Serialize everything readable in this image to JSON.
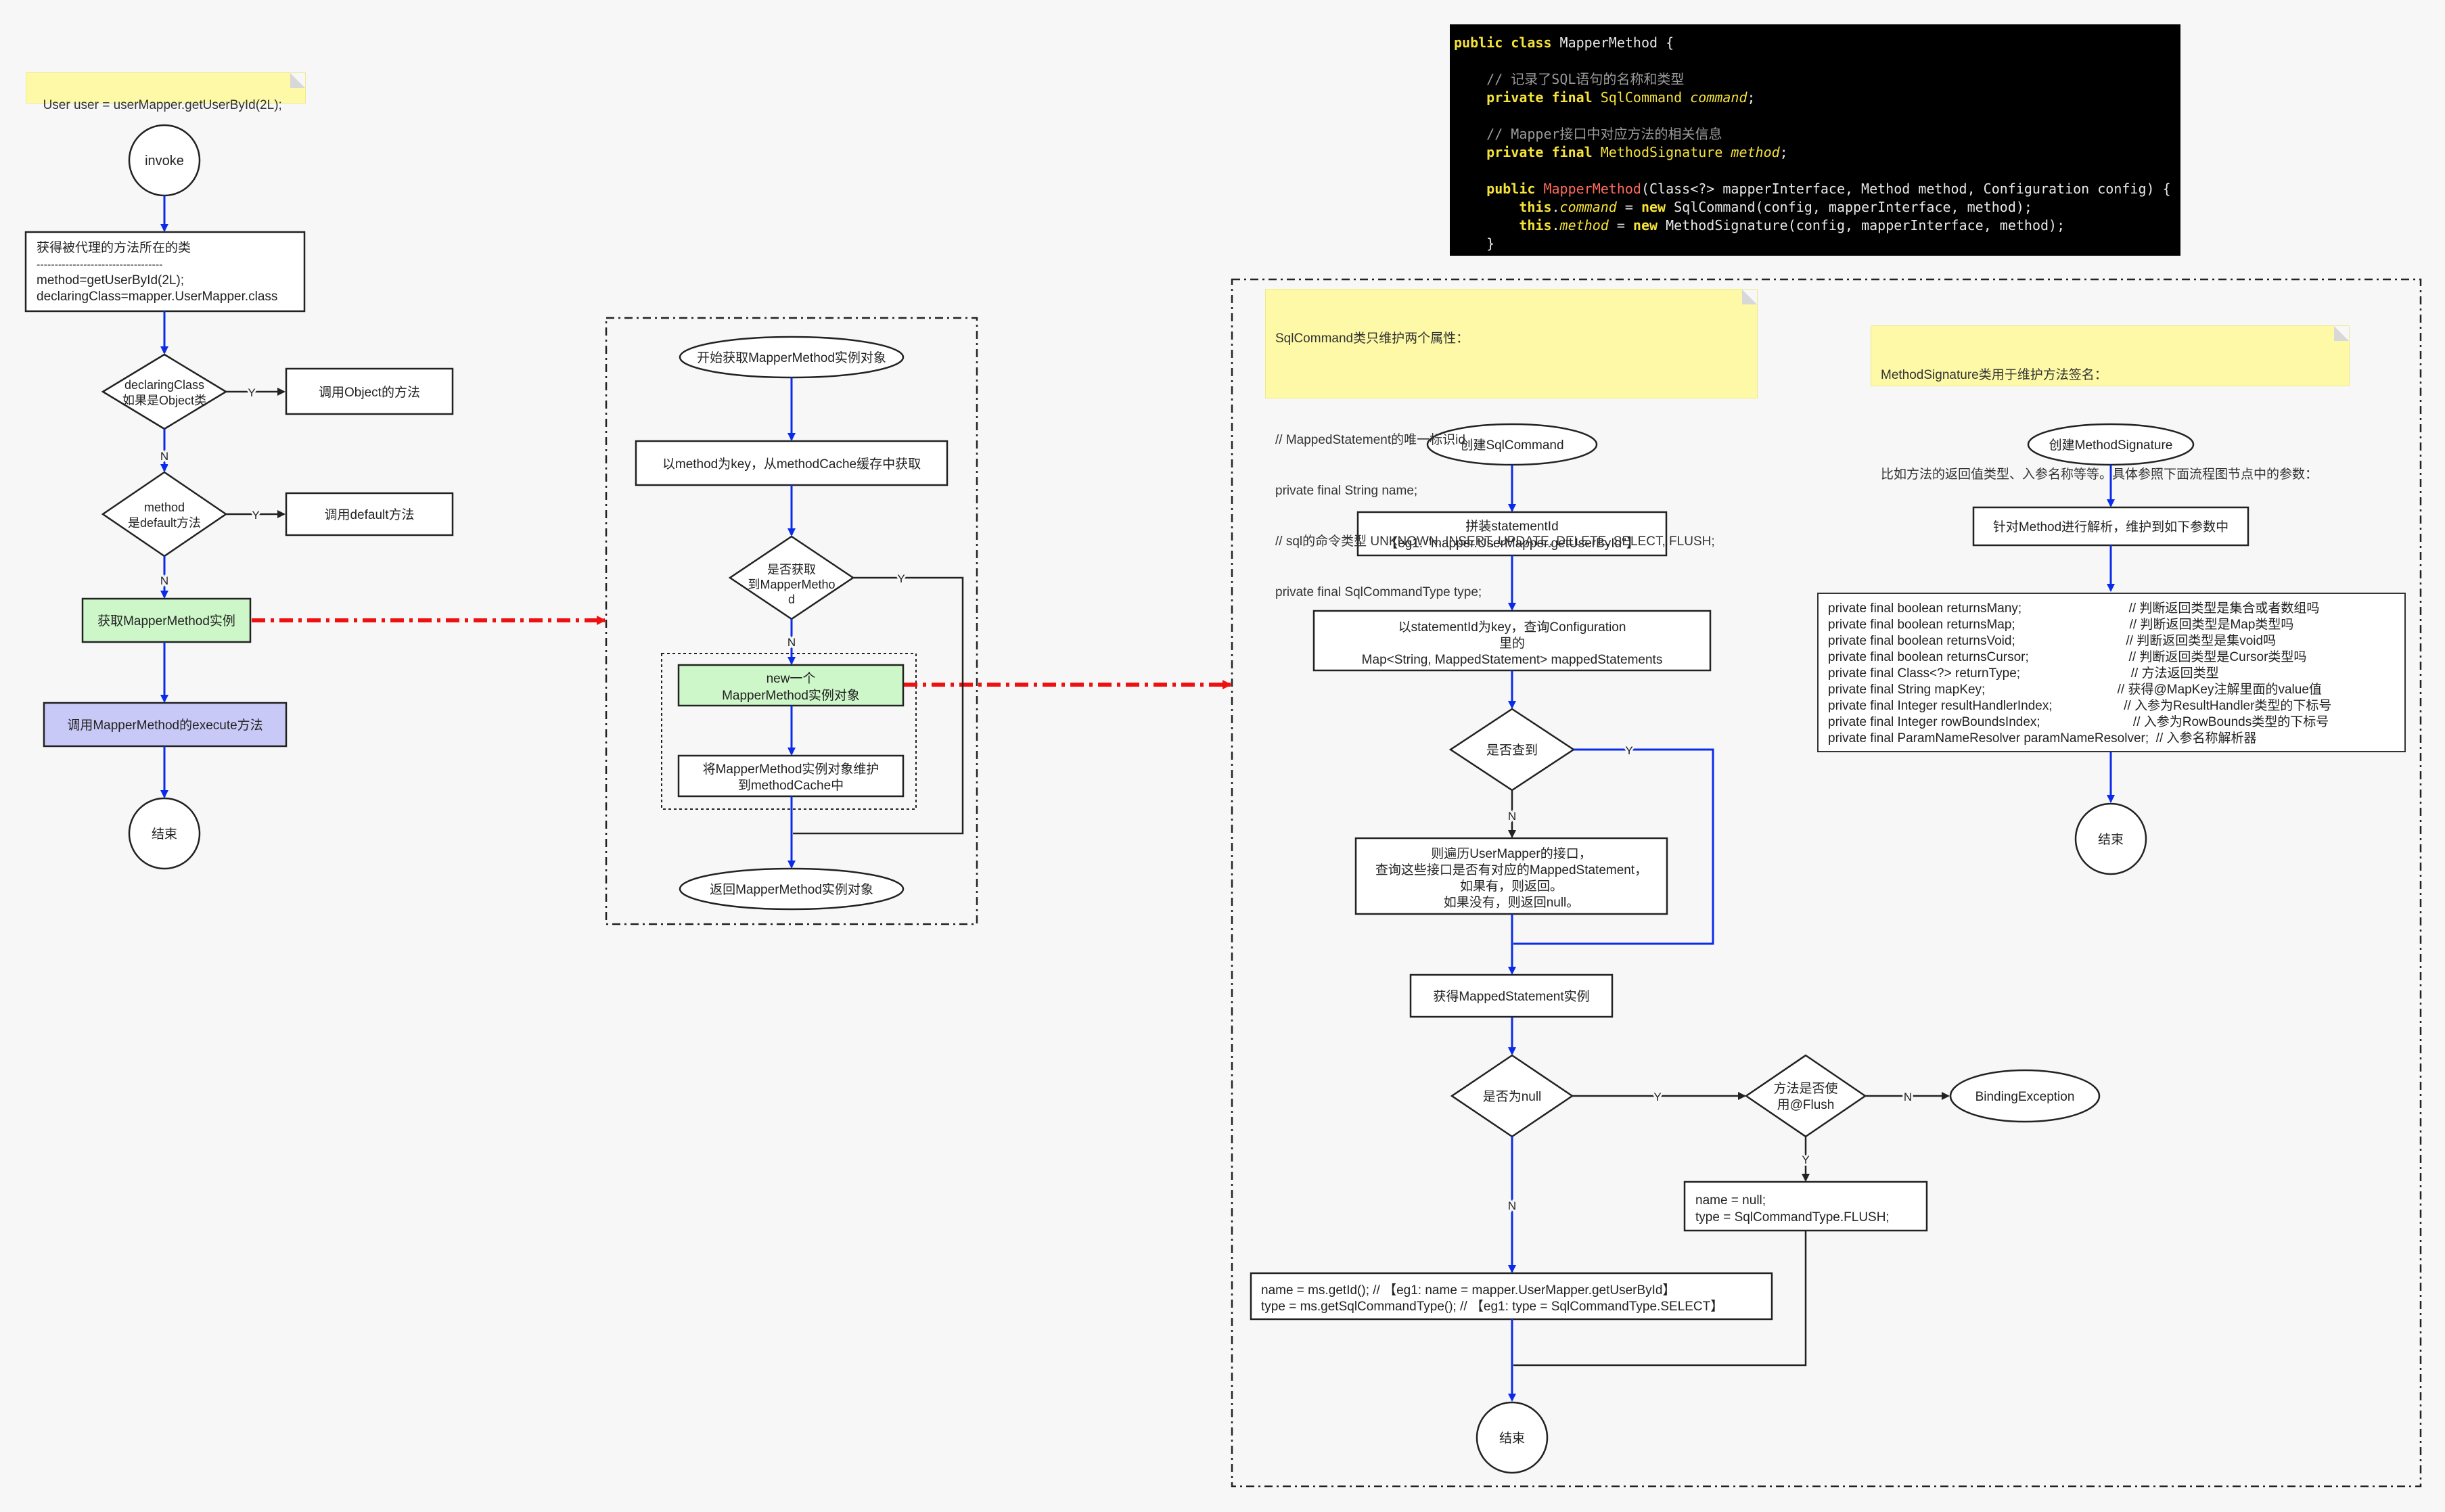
{
  "colors": {
    "blue": "#0b2bea",
    "red": "#ee1111",
    "green_fill": "#cdf7c8",
    "purple_fill": "#c9c9f7",
    "note_fill": "#fdf9a6"
  },
  "left": {
    "note": "User user = userMapper.getUserById(2L);",
    "invoke": "invoke",
    "class_box": [
      "获得被代理的方法所在的类",
      "-----------------------------------",
      "method=getUserById(2L);",
      "declaringClass=mapper.UserMapper.class"
    ],
    "d1": [
      "declaringClass",
      "如果是Object类"
    ],
    "r1": "调用Object的方法",
    "d2": [
      "method",
      "是default方法"
    ],
    "r2": "调用default方法",
    "get_mm": "获取MapperMethod实例",
    "exec": "调用MapperMethod的execute方法",
    "end": "结束",
    "y": "Y",
    "n": "N"
  },
  "middle": {
    "start": "开始获取MapperMethod实例对象",
    "cache": "以method为key，从methodCache缓存中获取",
    "d": [
      "是否获取",
      "到MapperMetho",
      "d"
    ],
    "new_mm": [
      "new一个",
      "MapperMethod实例对象"
    ],
    "put": [
      "将MapperMethod实例对象维护",
      "到methodCache中"
    ],
    "ret": "返回MapperMethod实例对象",
    "y": "Y",
    "n": "N"
  },
  "code": [
    [
      {
        "c": "k",
        "t": "public class "
      },
      {
        "c": "p",
        "t": "MapperMethod {"
      }
    ],
    [],
    [
      {
        "c": "c",
        "t": "    // 记录了SQL语句的名称和类型"
      }
    ],
    [
      {
        "c": "k",
        "t": "    private final "
      },
      {
        "c": "t",
        "t": "SqlCommand "
      },
      {
        "c": "v",
        "t": "command"
      },
      {
        "c": "p",
        "t": ";"
      }
    ],
    [],
    [
      {
        "c": "c",
        "t": "    // Mapper接口中对应方法的相关信息"
      }
    ],
    [
      {
        "c": "k",
        "t": "    private final "
      },
      {
        "c": "t",
        "t": "MethodSignature "
      },
      {
        "c": "v",
        "t": "method"
      },
      {
        "c": "p",
        "t": ";"
      }
    ],
    [],
    [
      {
        "c": "k",
        "t": "    public "
      },
      {
        "c": "m",
        "t": "MapperMethod"
      },
      {
        "c": "p",
        "t": "(Class<?> mapperInterface, Method method, Configuration config) {"
      }
    ],
    [
      {
        "c": "k",
        "t": "        this"
      },
      {
        "c": "p",
        "t": "."
      },
      {
        "c": "v",
        "t": "command"
      },
      {
        "c": "p",
        "t": " = "
      },
      {
        "c": "k",
        "t": "new "
      },
      {
        "c": "p",
        "t": "SqlCommand(config, mapperInterface, method);"
      }
    ],
    [
      {
        "c": "k",
        "t": "        this"
      },
      {
        "c": "p",
        "t": "."
      },
      {
        "c": "v",
        "t": "method"
      },
      {
        "c": "p",
        "t": " = "
      },
      {
        "c": "k",
        "t": "new "
      },
      {
        "c": "p",
        "t": "MethodSignature(config, mapperInterface, method);"
      }
    ],
    [
      {
        "c": "p",
        "t": "    }"
      }
    ]
  ],
  "right": {
    "note1": [
      "SqlCommand类只维护两个属性：",
      "",
      "// MappedStatement的唯一标识id",
      "private final String name;",
      "// sql的命令类型 UNKNOWN, INSERT, UPDATE, DELETE, SELECT, FLUSH;",
      "private final SqlCommandType type;"
    ],
    "note2": [
      "MethodSignature类用于维护方法签名：",
      "",
      "比如方法的返回值类型、入参名称等等。具体参照下面流程图节点中的参数："
    ],
    "create_sc": "创建SqlCommand",
    "stmt_id": [
      "拼装statementId",
      "【eg1: \"mapper.UserMapper.getUserById\"】"
    ],
    "query": [
      "以statementId为key，查询Configuration",
      "里的",
      "Map<String, MappedStatement> mappedStatements"
    ],
    "found": "是否查到",
    "traverse": [
      "则遍历UserMapper的接口，",
      "查询这些接口是否有对应的MappedStatement，",
      "如果有，则返回。",
      "如果没有，则返回null。"
    ],
    "get_ms": "获得MappedStatement实例",
    "is_null": "是否为null",
    "flush": [
      "方法是否使",
      "用@Flush"
    ],
    "binding": "BindingException",
    "flush_box": [
      "name = null;",
      "type = SqlCommandType.FLUSH;"
    ],
    "name_box": [
      "name = ms.getId(); //  【eg1: name = mapper.UserMapper.getUserById】",
      "type = ms.getSqlCommandType(); //  【eg1: type = SqlCommandType.SELECT】"
    ],
    "end1": "结束",
    "create_ms": "创建MethodSignature",
    "parse": "针对Method进行解析，维护到如下参数中",
    "params": [
      "private final boolean returnsMany;                              // 判断返回类型是集合或者数组吗",
      "private final boolean returnsMap;                                // 判断返回类型是Map类型吗",
      "private final boolean returnsVoid;                               // 判断返回类型是集void吗",
      "private final boolean returnsCursor;                            // 判断返回类型是Cursor类型吗",
      "private final Class<?> returnType;                               // 方法返回类型",
      "private final String mapKey;                                     // 获得@MapKey注解里面的value值",
      "private final Integer resultHandlerIndex;                    // 入参为ResultHandler类型的下标号",
      "private final Integer rowBoundsIndex;                          // 入参为RowBounds类型的下标号",
      "private final ParamNameResolver paramNameResolver;  // 入参名称解析器"
    ],
    "end2": "结束",
    "y": "Y",
    "n": "N"
  }
}
